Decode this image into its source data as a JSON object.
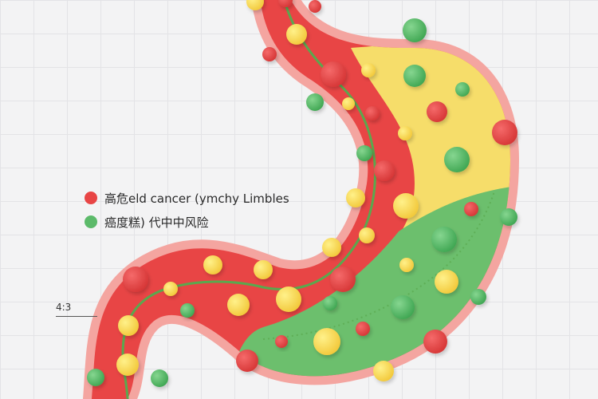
{
  "legend": {
    "items": [
      {
        "label": "高危eld cancer (ymchy Limbles",
        "color": "#e84545"
      },
      {
        "label": "癌度糕) 代中中风险",
        "color": "#5cba6a"
      }
    ]
  },
  "ratio_label": "4:3",
  "colors": {
    "red": "#e84545",
    "yellow": "#f6dd6a",
    "green": "#6cbf6d",
    "outline": "#f4a5a0",
    "path": "#5aa84e"
  }
}
